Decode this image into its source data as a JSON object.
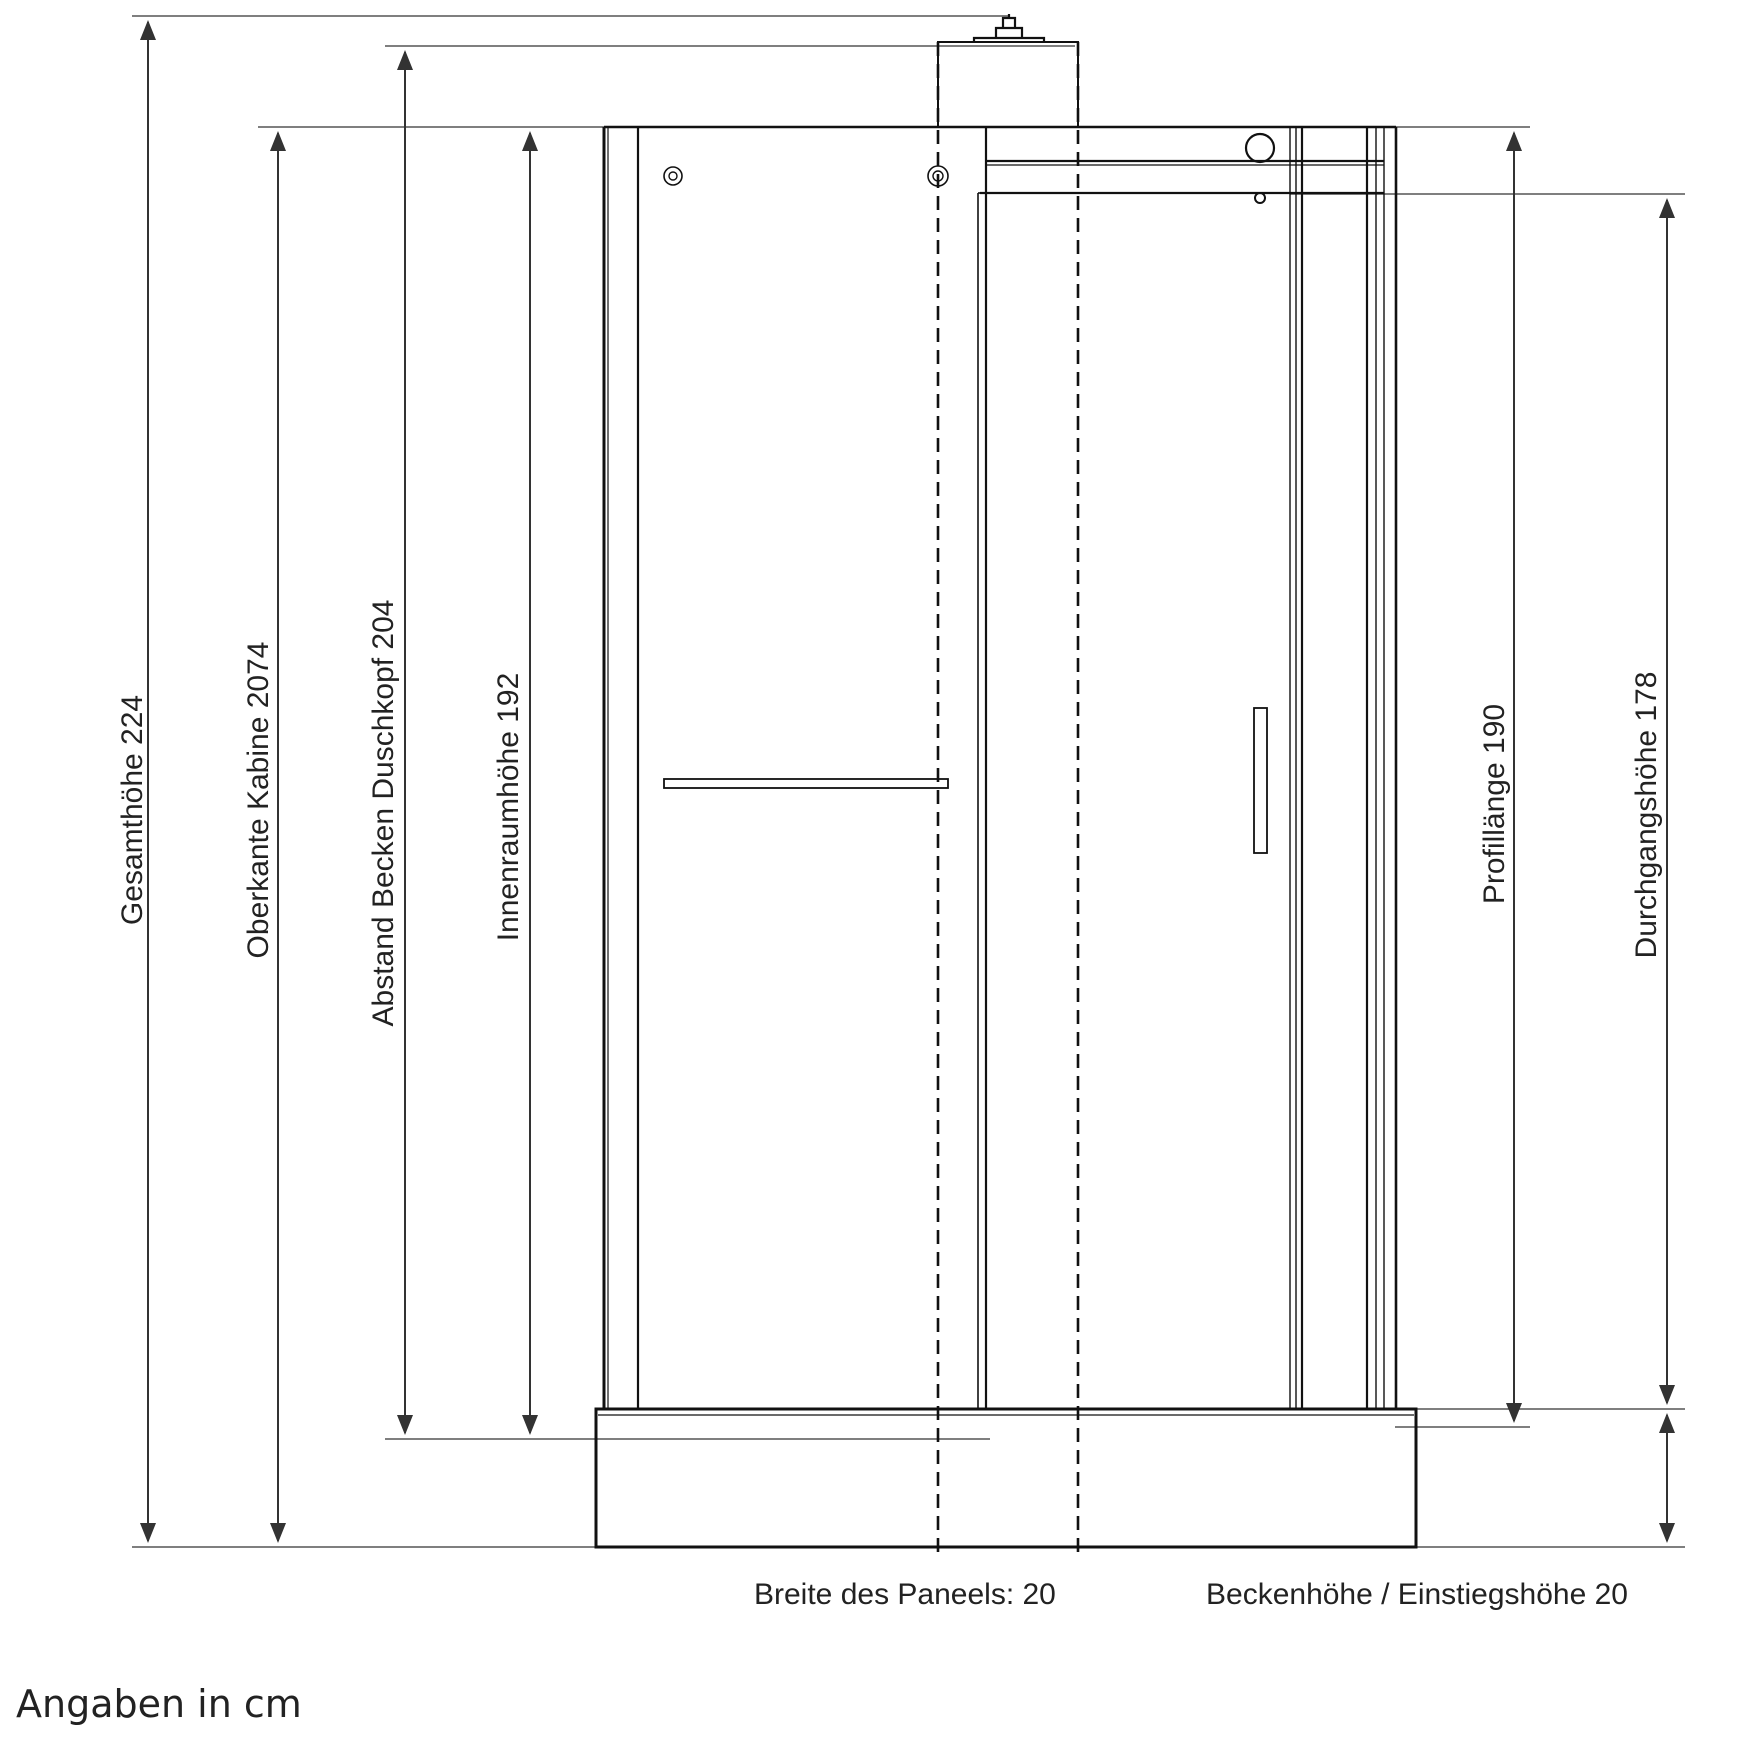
{
  "dimensions": [
    {
      "id": "total-height",
      "label": "Gesamthöhe 224"
    },
    {
      "id": "cabin-top",
      "label": "Oberkante Kabine 2074"
    },
    {
      "id": "basin-showerhead",
      "label": "Abstand Becken Duschkopf 204"
    },
    {
      "id": "inner-height",
      "label": "Innenraumhöhe 192"
    },
    {
      "id": "profile-length",
      "label": "Profillänge 190"
    },
    {
      "id": "passage-height",
      "label": "Durchgangshöhe 178"
    }
  ],
  "notes": {
    "panel_width": "Breite des Paneels: 20",
    "basin_height": "Beckenhöhe / Einstiegshöhe 20"
  },
  "units": "Angaben in cm",
  "colors": {
    "line": "#111111",
    "thin_line": "#555555",
    "text": "#222222"
  }
}
